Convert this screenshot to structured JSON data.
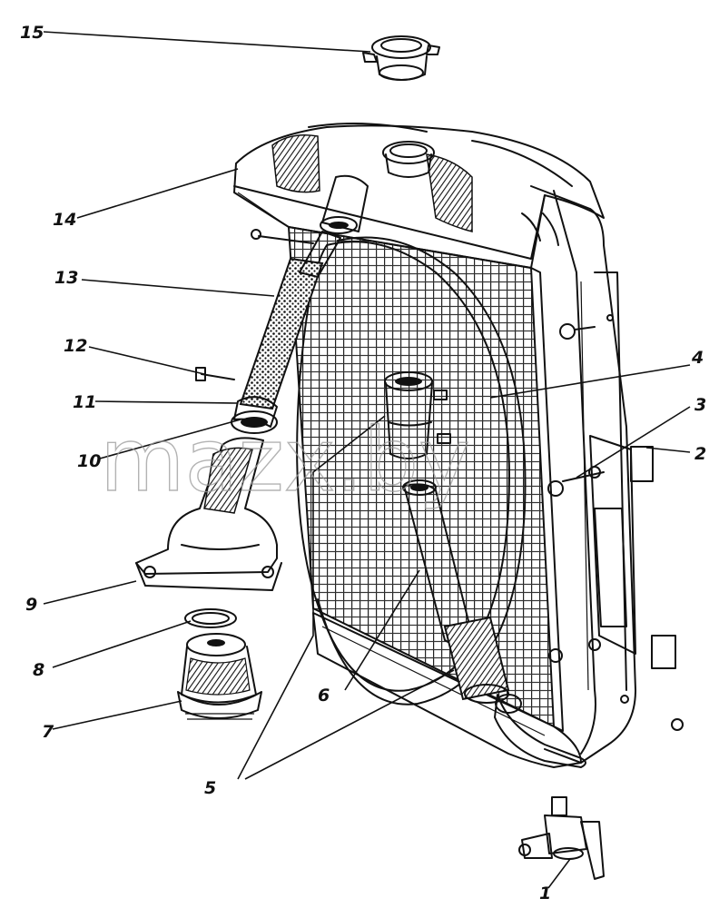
{
  "watermark": "mazx.by",
  "callouts": [
    {
      "label": "1"
    },
    {
      "label": "2"
    },
    {
      "label": "3"
    },
    {
      "label": "4"
    },
    {
      "label": "5"
    },
    {
      "label": "6"
    },
    {
      "label": "7"
    },
    {
      "label": "8"
    },
    {
      "label": "9"
    },
    {
      "label": "10"
    },
    {
      "label": "11"
    },
    {
      "label": "12"
    },
    {
      "label": "13"
    },
    {
      "label": "14"
    },
    {
      "label": "15"
    }
  ]
}
